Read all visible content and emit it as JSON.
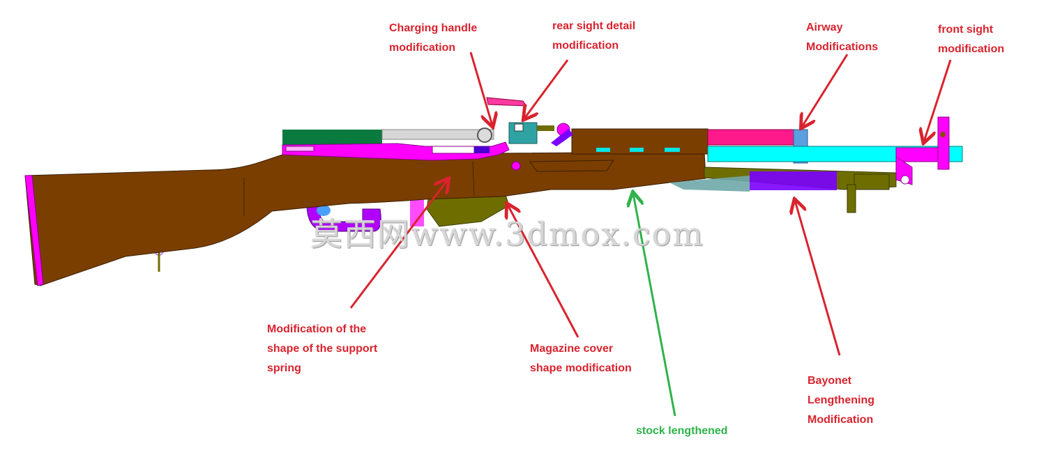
{
  "colors": {
    "annotation": "#d9232e",
    "annotation_green": "#2db34a",
    "wood": "#7a3e00",
    "magenta": "#ff00ff",
    "cyan": "#00ffff",
    "olive": "#6e6e00",
    "purple": "#7a00ff",
    "green": "#0b7a3e"
  },
  "labels": {
    "charging_handle": "Charging handle\nmodification",
    "rear_sight": "rear sight detail\nmodification",
    "airway": "Airway\nModifications",
    "front_sight": "front sight\nmodification",
    "support_spring": "Modification of the\nshape of the support\nspring",
    "magazine_cover": "Magazine cover\nshape modification",
    "stock": "stock lengthened",
    "bayonet": "Bayonet\nLengthening\nModification"
  },
  "watermark": "莫西网www.3dmox.com"
}
